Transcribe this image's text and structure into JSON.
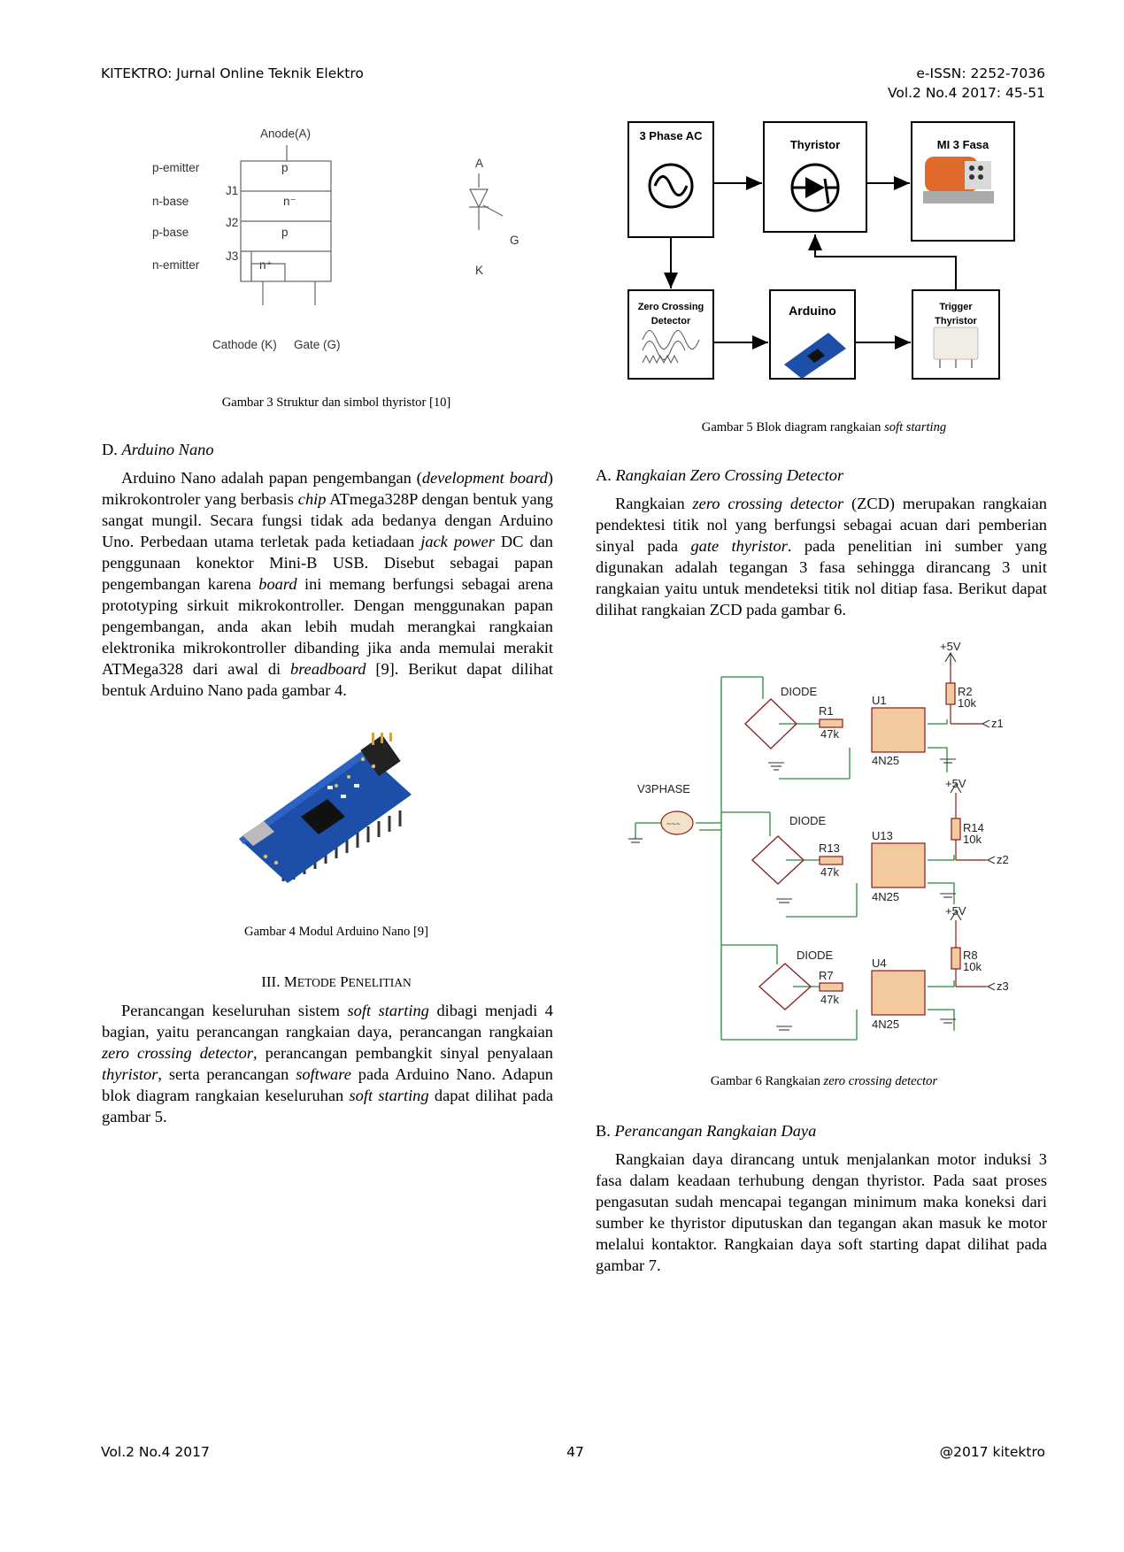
{
  "header": {
    "journal": "KITEKTRO: Jurnal Online Teknik Elektro",
    "issn": "e-ISSN: 2252-7036",
    "volume": "Vol.2 No.4 2017: 45-51"
  },
  "fig3": {
    "anode": "Anode(A)",
    "layers": [
      "p-emitter",
      "n-base",
      "p-base",
      "n-emitter"
    ],
    "junctions": [
      "J1",
      "J2",
      "J3"
    ],
    "regions": [
      "p",
      "n⁻",
      "p",
      "n⁺"
    ],
    "cathode": "Cathode (K)",
    "gate": "Gate (G)",
    "symbol": {
      "a": "A",
      "g": "G",
      "k": "K"
    },
    "caption": "Gambar 3 Struktur dan simbol thyristor [10]"
  },
  "fig5": {
    "blocks": {
      "ac": "3 Phase AC",
      "thyristor": "Thyristor",
      "motor": "MI 3 Fasa",
      "zcd_line1": "Zero Crossing",
      "zcd_line2": "Detector",
      "arduino": "Arduino",
      "trigger_line1": "Trigger",
      "trigger_line2": "Thyristor"
    },
    "caption_prefix": "Gambar 5 Blok diagram rangkaian ",
    "caption_italic": "soft starting"
  },
  "fig4": {
    "caption": "Gambar 4 Modul Arduino Nano [9]"
  },
  "fig6": {
    "source": "V3PHASE",
    "vcc": "+5V",
    "diode": "DIODE",
    "stages": [
      {
        "u": "U1",
        "r_in": "R1",
        "r_in_val": "47k",
        "r_pull": "R2",
        "r_pull_val": "10k",
        "out": "z1",
        "chip": "4N25"
      },
      {
        "u": "U13",
        "r_in": "R13",
        "r_in_val": "47k",
        "r_pull": "R14",
        "r_pull_val": "10k",
        "out": "z2",
        "chip": "4N25"
      },
      {
        "u": "U4",
        "r_in": "R7",
        "r_in_val": "47k",
        "r_pull": "R8",
        "r_pull_val": "10k",
        "out": "z3",
        "chip": "4N25"
      }
    ],
    "caption_prefix": "Gambar 6 Rangkaian ",
    "caption_italic": "zero crossing detector"
  },
  "section_d": {
    "heading_prefix": "D. ",
    "heading_italic": "Arduino Nano"
  },
  "section_iii": {
    "heading": "III. METODE PENELITIAN"
  },
  "section_a": {
    "heading_prefix": "A. ",
    "heading_italic": "Rangkaian Zero Crossing Detector"
  },
  "section_b": {
    "heading_prefix": "B. ",
    "heading_italic": "Perancangan Rangkaian Daya"
  },
  "footer": {
    "left": "Vol.2 No.4 2017",
    "page": "47",
    "right": "@2017 kitektro"
  }
}
